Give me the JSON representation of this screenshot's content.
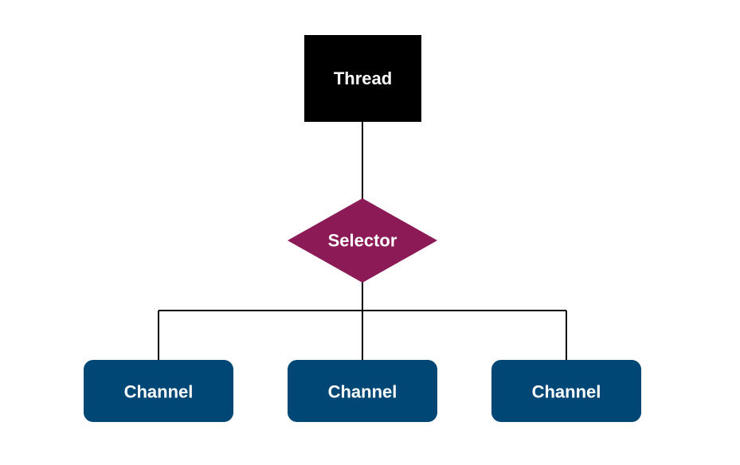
{
  "diagram": {
    "thread": {
      "label": "Thread",
      "color": "#000000"
    },
    "selector": {
      "label": "Selector",
      "color": "#8b1a56"
    },
    "channels": [
      {
        "label": "Channel",
        "color": "#004775"
      },
      {
        "label": "Channel",
        "color": "#004775"
      },
      {
        "label": "Channel",
        "color": "#004775"
      }
    ],
    "edge_color": "#000000"
  }
}
